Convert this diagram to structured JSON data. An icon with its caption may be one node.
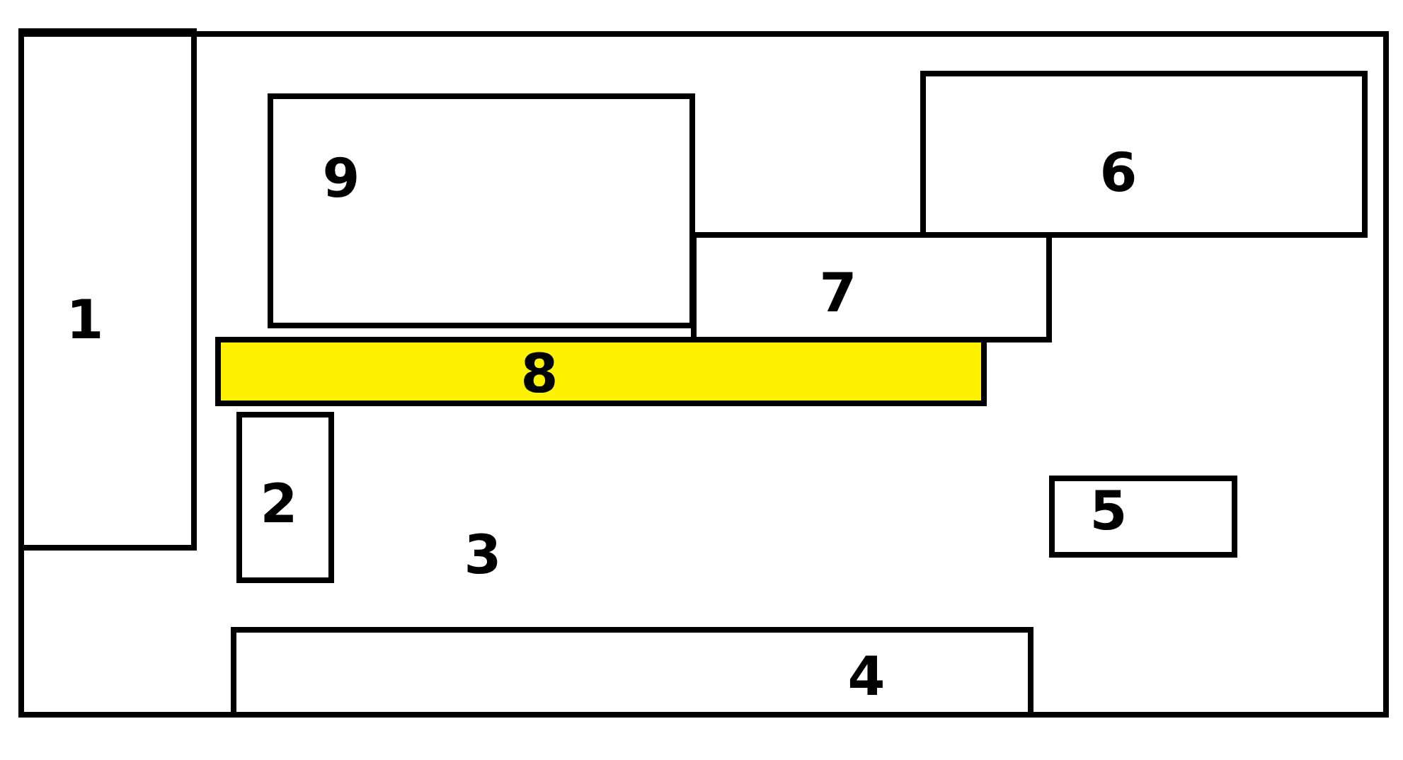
{
  "diagram": {
    "nodes": [
      {
        "text": [
          "3"
        ]
      },
      {
        "text": [
          "1"
        ],
        "in": 0
      },
      {
        "text": [
          "9"
        ],
        "in": 0
      },
      {
        "text": [
          "6"
        ],
        "in": 0
      },
      {
        "text": [
          "7"
        ],
        "in": 0
      },
      {
        "text": [
          "8"
        ],
        "in": 0
      },
      {
        "text": [
          "2"
        ],
        "in": 0
      },
      {
        "text": [
          "5"
        ],
        "in": 0
      },
      {
        "text": [
          "4"
        ],
        "in": 0
      }
    ]
  }
}
